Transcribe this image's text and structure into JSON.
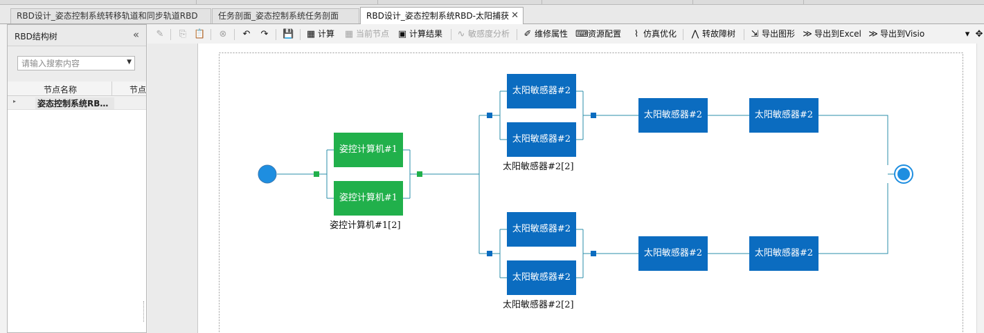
{
  "tabs": [
    {
      "label": "RBD设计_姿态控制系统转移轨道和同步轨道RBD",
      "active": false
    },
    {
      "label": "任务剖面_姿态控制系统任务剖面",
      "active": false
    },
    {
      "label": "RBD设计_姿态控制系统RBD-太阳捕获",
      "active": true
    }
  ],
  "tab_close_glyph": "✕",
  "left_panel": {
    "title": "RBD结构树",
    "collapse_glyph": "«",
    "search_placeholder": "请输入搜索内容",
    "dropdown_glyph": "▼",
    "columns": [
      "节点名称",
      "节点"
    ],
    "rows": [
      {
        "expander": "▸",
        "name": "姿态控制系统RB…"
      }
    ]
  },
  "toolbar": [
    {
      "label": "",
      "icon": "pencil-icon",
      "glyph": "✎",
      "enabled": false
    },
    {
      "label": "",
      "icon": "copy-icon",
      "glyph": "⎘",
      "enabled": false
    },
    {
      "label": "",
      "icon": "paste-icon",
      "glyph": "📋",
      "enabled": true
    },
    {
      "label": "",
      "icon": "delete-icon",
      "glyph": "⊗",
      "enabled": false
    },
    {
      "label": "",
      "icon": "undo-icon",
      "glyph": "↶",
      "enabled": true
    },
    {
      "label": "",
      "icon": "redo-icon",
      "glyph": "↷",
      "enabled": true
    },
    {
      "label": "",
      "icon": "save-icon",
      "glyph": "💾",
      "enabled": true
    },
    {
      "label": "计算",
      "icon": "calculator-icon",
      "glyph": "▦",
      "enabled": true
    },
    {
      "label": "当前节点",
      "icon": "current-node-icon",
      "glyph": "▦",
      "enabled": false
    },
    {
      "label": "计算结果",
      "icon": "result-icon",
      "glyph": "▣",
      "enabled": true
    },
    {
      "label": "敏感度分析",
      "icon": "sensitivity-icon",
      "glyph": "∿",
      "enabled": false
    },
    {
      "label": "维修属性",
      "icon": "edit-icon",
      "glyph": "✐",
      "enabled": true
    },
    {
      "label": "资源配置",
      "icon": "resource-icon",
      "glyph": "⌨",
      "enabled": true
    },
    {
      "label": "仿真优化",
      "icon": "chart-icon",
      "glyph": "⌇",
      "enabled": true
    },
    {
      "label": "转故障树",
      "icon": "tree-icon",
      "glyph": "⋀",
      "enabled": true
    },
    {
      "label": "导出图形",
      "icon": "export-image-icon",
      "glyph": "⇲",
      "enabled": true
    },
    {
      "label": "导出到Excel",
      "icon": "excel-icon",
      "glyph": "≫",
      "enabled": true
    },
    {
      "label": "导出到Visio",
      "icon": "visio-icon",
      "glyph": "≫",
      "enabled": true
    },
    {
      "label": "",
      "icon": "overflow-icon",
      "glyph": "▾",
      "enabled": true
    },
    {
      "label": "",
      "icon": "settings-icon",
      "glyph": "✥",
      "enabled": true
    }
  ],
  "diagram": {
    "colors": {
      "line": "#2a8ca8",
      "green": "#21b04b",
      "blue": "#0b6cc0",
      "endpoint": "#1e8ee0"
    },
    "green_blocks": [
      "姿控计算机#1",
      "姿控计算机#1"
    ],
    "green_group_label": "姿控计算机#1[2]",
    "upper_parallel": [
      "太阳敏感器#2",
      "太阳敏感器#2"
    ],
    "upper_group_label": "太阳敏感器#2[2]",
    "upper_series": [
      "太阳敏感器#2",
      "太阳敏感器#2"
    ],
    "lower_parallel": [
      "太阳敏感器#2",
      "太阳敏感器#2"
    ],
    "lower_group_label": "太阳敏感器#2[2]",
    "lower_series": [
      "太阳敏感器#2",
      "太阳敏感器#2"
    ]
  }
}
